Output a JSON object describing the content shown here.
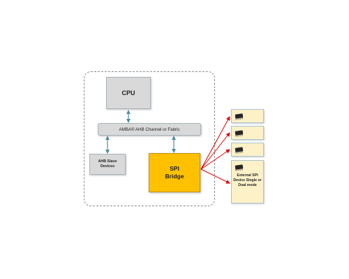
{
  "diagram": {
    "cpu_label": "CPU",
    "bus_label": "AMBA® AHB Channel or Fabric",
    "ahb_slave_label": "AHB Slave Devices",
    "spi_bridge_label": "SPI Bridge",
    "external_device_label": "External SPI Device Single or Dual mode",
    "external_device_count": 4,
    "colors": {
      "gray_box": "#d9d9d9",
      "spi_bridge": "#ffc000",
      "external_device": "#fdf1c8",
      "arrow_red": "#e00000",
      "connector_teal": "#4f8ea0"
    },
    "icons": [
      "spi-chip-icon"
    ]
  }
}
